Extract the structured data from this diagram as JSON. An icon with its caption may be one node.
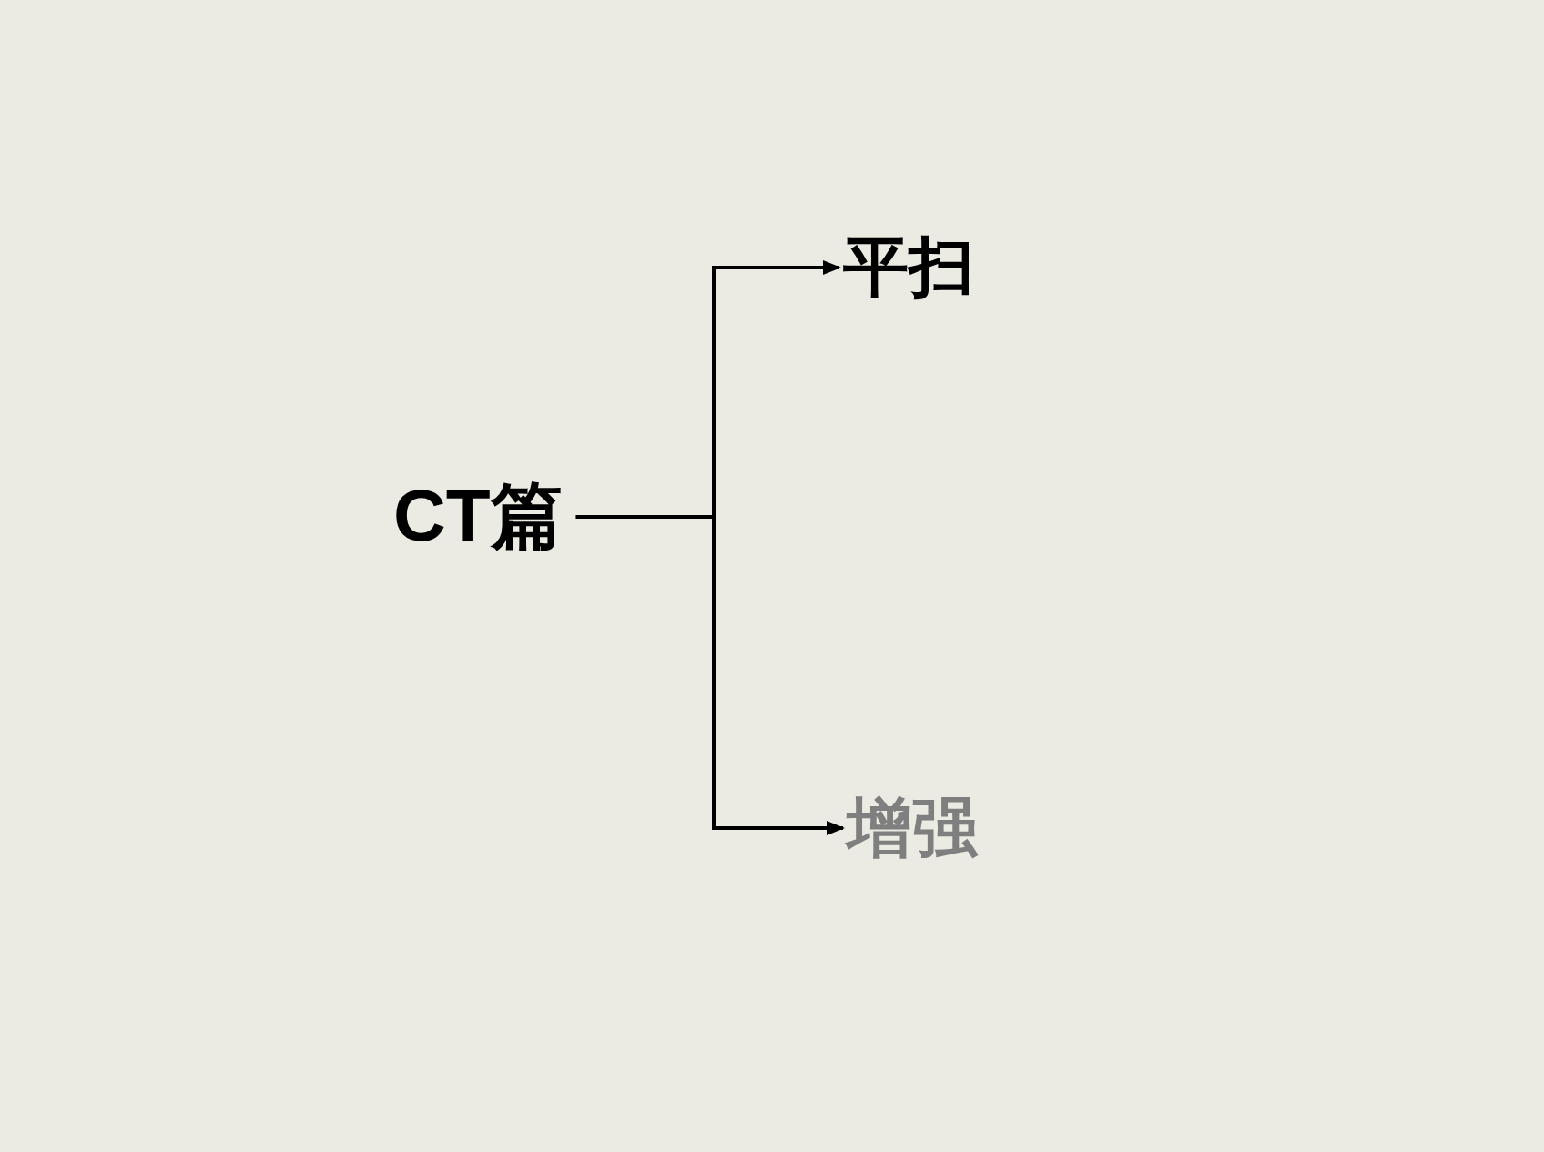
{
  "diagram": {
    "nodes": [
      {
        "text": [
          "CT篇"
        ]
      },
      {
        "text": [
          "平扫"
        ]
      },
      {
        "text": [
          "增强"
        ]
      }
    ],
    "edges": [
      {
        "from": 0,
        "to": 1,
        "arrow": "to"
      },
      {
        "from": 0,
        "to": 2,
        "arrow": "to"
      }
    ]
  }
}
